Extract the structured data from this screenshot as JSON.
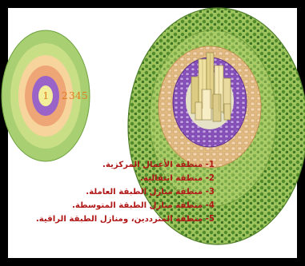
{
  "diagram": {
    "ring_labels": [
      "1",
      "2",
      "3",
      "4",
      "5"
    ],
    "ring_colors": [
      "#f2ee9a",
      "#9a63c8",
      "#efa676",
      "#f7d49c",
      "#c9df86",
      "#86bd4e"
    ],
    "number_color": "#e07a1c",
    "legend_color": "#b01818",
    "legend": [
      "1- منطقة الأعمال المركزية.",
      "2- منطقة انتقالية.",
      "3- منطقة منازل الطبقة العاملة.",
      "4- منطقة منازل الطبقة المتوسطة.",
      "5- منطقة المترددين، ومنازل الطبقة الراقية."
    ]
  }
}
